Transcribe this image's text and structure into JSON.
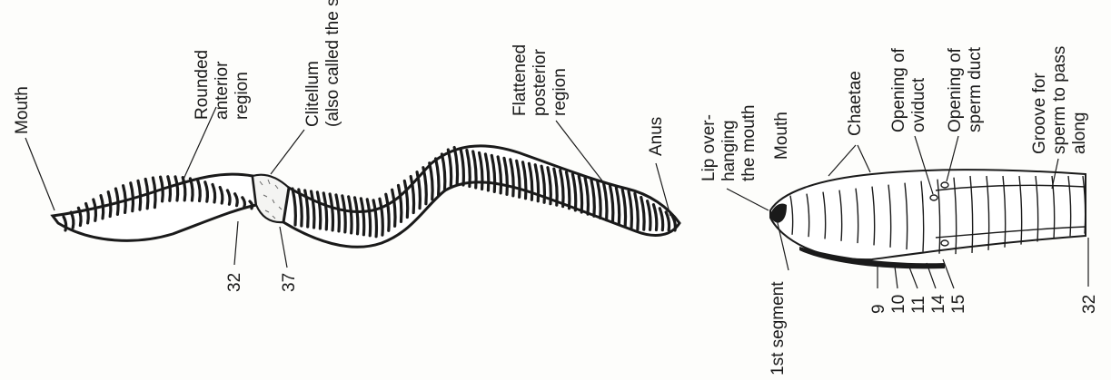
{
  "labels": {
    "mouth_left": "Mouth",
    "rounded_anterior": [
      "Rounded",
      "anterior",
      "region"
    ],
    "clitellum": [
      "Clitellum",
      "(also called the saddle)"
    ],
    "flattened_posterior": [
      "Flattened",
      "posterior",
      "region"
    ],
    "anus": "Anus",
    "seg_32_left": "32",
    "seg_37": "37",
    "lip": [
      "Lip over-",
      "hanging",
      "the mouth"
    ],
    "mouth_right": "Mouth",
    "chaetae": "Chaetae",
    "opening_oviduct": [
      "Opening of",
      "oviduct"
    ],
    "opening_sperm_duct": [
      "Opening of",
      "sperm duct"
    ],
    "groove": [
      "Groove for",
      "sperm to pass",
      "along"
    ],
    "first_segment": "1st segment",
    "seg_9": "9",
    "seg_10": "10",
    "seg_11": "11",
    "seg_14": "14",
    "seg_15": "15",
    "seg_32_right": "32"
  },
  "colors": {
    "ink": "#1a1a1a",
    "paper": "#fdfdfb"
  }
}
